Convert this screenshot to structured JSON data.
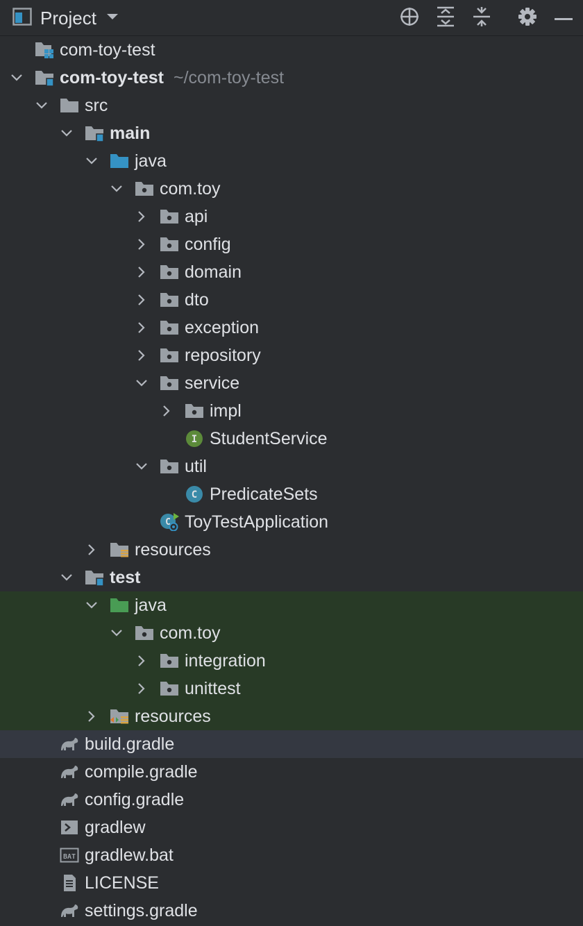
{
  "header": {
    "title": "Project"
  },
  "tree": [
    {
      "label": "com-toy-test",
      "icon": "module-icon"
    },
    {
      "label": "com-toy-test",
      "hint": "~/com-toy-test",
      "bold": true,
      "icon": "module-root-folder-icon",
      "expanded": true
    },
    {
      "label": "src",
      "icon": "folder-icon",
      "expanded": true
    },
    {
      "label": "main",
      "bold": true,
      "icon": "source-set-folder-icon",
      "expanded": true
    },
    {
      "label": "java",
      "icon": "source-root-folder-icon",
      "expanded": true
    },
    {
      "label": "com.toy",
      "icon": "package-icon",
      "expanded": true
    },
    {
      "label": "api",
      "icon": "package-icon",
      "expanded": false
    },
    {
      "label": "config",
      "icon": "package-icon",
      "expanded": false
    },
    {
      "label": "domain",
      "icon": "package-icon",
      "expanded": false
    },
    {
      "label": "dto",
      "icon": "package-icon",
      "expanded": false
    },
    {
      "label": "exception",
      "icon": "package-icon",
      "expanded": false
    },
    {
      "label": "repository",
      "icon": "package-icon",
      "expanded": false
    },
    {
      "label": "service",
      "icon": "package-icon",
      "expanded": true
    },
    {
      "label": "impl",
      "icon": "package-icon",
      "expanded": false
    },
    {
      "label": "StudentService",
      "icon": "interface-icon"
    },
    {
      "label": "util",
      "icon": "package-icon",
      "expanded": true
    },
    {
      "label": "PredicateSets",
      "icon": "class-icon"
    },
    {
      "label": "ToyTestApplication",
      "icon": "spring-boot-app-icon"
    },
    {
      "label": "resources",
      "icon": "resources-folder-icon",
      "expanded": false
    },
    {
      "label": "test",
      "bold": true,
      "icon": "source-set-folder-icon",
      "expanded": true
    },
    {
      "label": "java",
      "icon": "test-source-folder-icon",
      "expanded": true
    },
    {
      "label": "com.toy",
      "icon": "package-icon",
      "expanded": true
    },
    {
      "label": "integration",
      "icon": "package-icon",
      "expanded": false
    },
    {
      "label": "unittest",
      "icon": "package-icon",
      "expanded": false
    },
    {
      "label": "resources",
      "icon": "test-resources-folder-icon",
      "expanded": false
    },
    {
      "label": "build.gradle",
      "icon": "gradle-icon",
      "selected": true
    },
    {
      "label": "compile.gradle",
      "icon": "gradle-icon"
    },
    {
      "label": "config.gradle",
      "icon": "gradle-icon"
    },
    {
      "label": "gradlew",
      "icon": "shell-script-icon"
    },
    {
      "label": "gradlew.bat",
      "icon": "bat-file-icon"
    },
    {
      "label": "LICENSE",
      "icon": "text-file-icon"
    },
    {
      "label": "settings.gradle",
      "icon": "gradle-icon"
    }
  ],
  "colors": {
    "background": "#2b2d30",
    "selected_row": "#343841",
    "test_band": "#283a26",
    "text": "#dfe1e5",
    "hint": "#868a91",
    "folder": "#9aa0a6",
    "source_blue": "#3592c4",
    "test_green": "#499c54"
  }
}
